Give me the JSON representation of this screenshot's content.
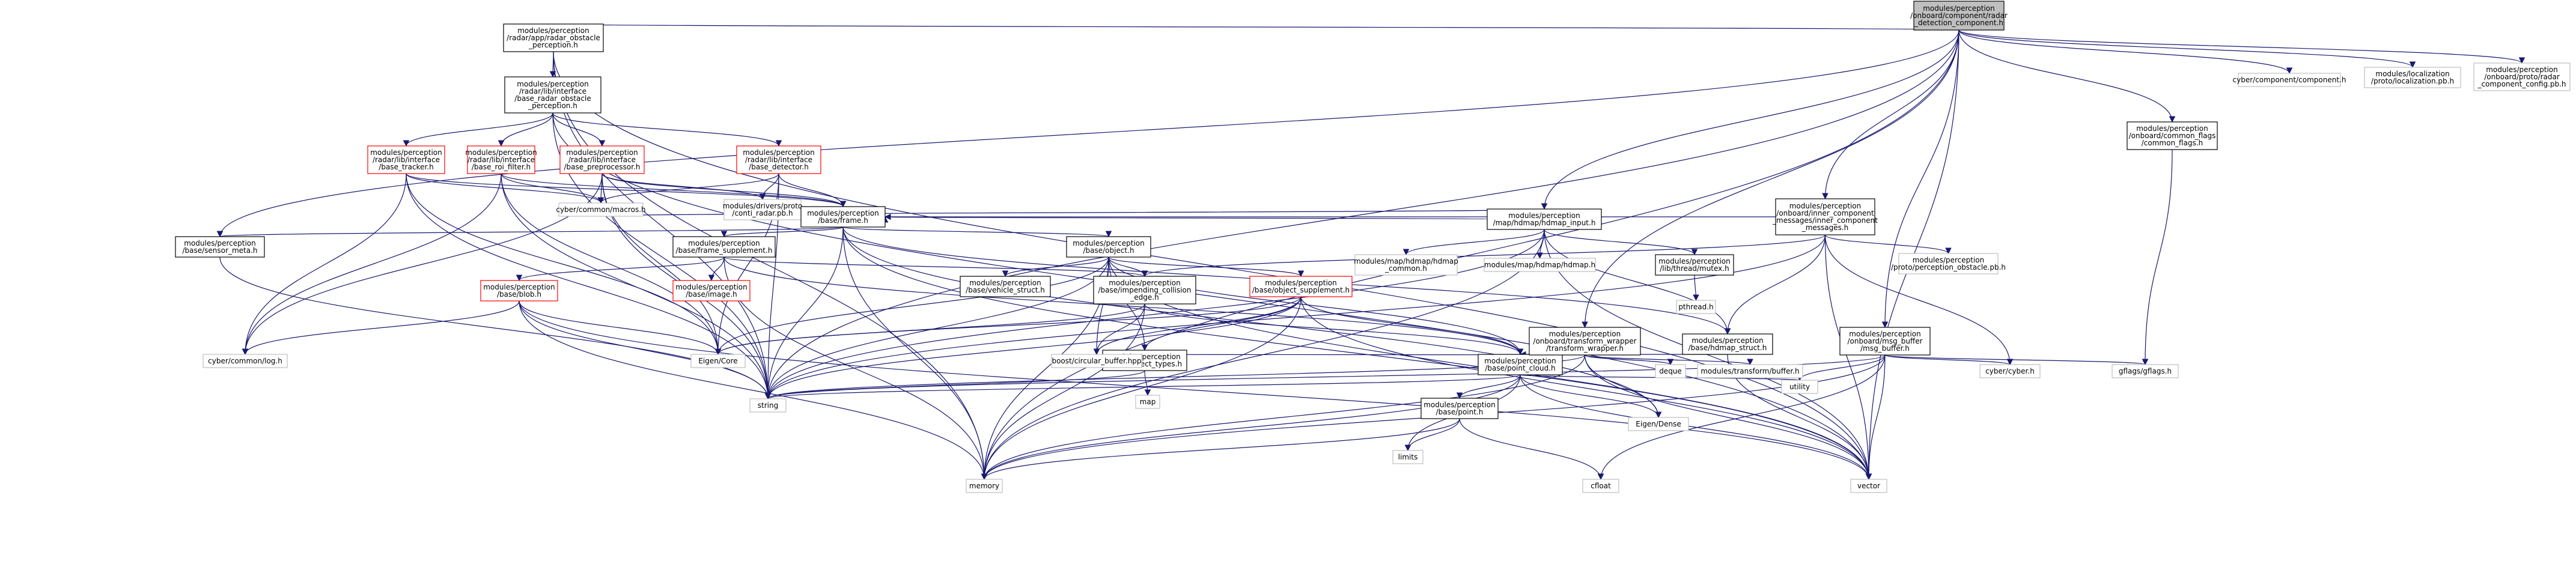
{
  "colors": {
    "edge": "#191970",
    "root_fill": "#bfbfbf",
    "node_border": "#000000",
    "unresolved_border": "#ff0000",
    "ghost_border": "#bfbfbf"
  },
  "nodes": {
    "root": {
      "lines": [
        "modules/perception",
        "/onboard/component/radar",
        "_detection_component.h"
      ],
      "kind": "root"
    },
    "radar_obstacle": {
      "lines": [
        "modules/perception",
        "/radar/app/radar_obstacle",
        "_perception.h"
      ],
      "kind": "normal"
    },
    "base_radar_obstacle": {
      "lines": [
        "modules/perception",
        "/radar/lib/interface",
        "/base_radar_obstacle",
        "_perception.h"
      ],
      "kind": "normal"
    },
    "base_tracker": {
      "lines": [
        "modules/perception",
        "/radar/lib/interface",
        "/base_tracker.h"
      ],
      "kind": "red"
    },
    "base_roi_filter": {
      "lines": [
        "modules/perception",
        "/radar/lib/interface",
        "/base_roi_filter.h"
      ],
      "kind": "red"
    },
    "base_preprocessor": {
      "lines": [
        "modules/perception",
        "/radar/lib/interface",
        "/base_preprocessor.h"
      ],
      "kind": "red"
    },
    "base_detector": {
      "lines": [
        "modules/perception",
        "/radar/lib/interface",
        "/base_detector.h"
      ],
      "kind": "red"
    },
    "cyber_macros": {
      "lines": [
        "cyber/common/macros.h"
      ],
      "kind": "ghost"
    },
    "conti_radar": {
      "lines": [
        "modules/drivers/proto",
        "/conti_radar.pb.h"
      ],
      "kind": "ghost"
    },
    "frame": {
      "lines": [
        "modules/perception",
        "/base/frame.h"
      ],
      "kind": "normal"
    },
    "sensor_meta": {
      "lines": [
        "modules/perception",
        "/base/sensor_meta.h"
      ],
      "kind": "normal"
    },
    "frame_supplement": {
      "lines": [
        "modules/perception",
        "/base/frame_supplement.h"
      ],
      "kind": "normal"
    },
    "base_image": {
      "lines": [
        "modules/perception",
        "/base/image.h"
      ],
      "kind": "red"
    },
    "blob": {
      "lines": [
        "modules/perception",
        "/base/blob.h"
      ],
      "kind": "red"
    },
    "cyber_log": {
      "lines": [
        "cyber/common/log.h"
      ],
      "kind": "ghost"
    },
    "eigen_core": {
      "lines": [
        "Eigen/Core"
      ],
      "kind": "ghost"
    },
    "string": {
      "lines": [
        "string"
      ],
      "kind": "ghost"
    },
    "memory": {
      "lines": [
        "memory"
      ],
      "kind": "ghost"
    },
    "object": {
      "lines": [
        "modules/perception",
        "/base/object.h"
      ],
      "kind": "normal"
    },
    "vehicle_struct": {
      "lines": [
        "modules/perception",
        "/base/vehicle_struct.h"
      ],
      "kind": "normal"
    },
    "impending": {
      "lines": [
        "modules/perception",
        "/base/impending_collision",
        "_edge.h"
      ],
      "kind": "normal"
    },
    "object_supplement": {
      "lines": [
        "modules/perception",
        "/base/object_supplement.h"
      ],
      "kind": "red"
    },
    "object_types": {
      "lines": [
        "modules/perception",
        "/base/object_types.h"
      ],
      "kind": "normal"
    },
    "map": {
      "lines": [
        "map"
      ],
      "kind": "ghost"
    },
    "boost_cb": {
      "lines": [
        "boost/circular_buffer.hpp"
      ],
      "kind": "ghost"
    },
    "point_cloud": {
      "lines": [
        "modules/perception",
        "/base/point_cloud.h"
      ],
      "kind": "normal"
    },
    "point": {
      "lines": [
        "modules/perception",
        "/base/point.h"
      ],
      "kind": "normal"
    },
    "limits": {
      "lines": [
        "limits"
      ],
      "kind": "ghost"
    },
    "cfloat": {
      "lines": [
        "cfloat"
      ],
      "kind": "ghost"
    },
    "eigen_dense": {
      "lines": [
        "Eigen/Dense"
      ],
      "kind": "ghost"
    },
    "utility": {
      "lines": [
        "utility"
      ],
      "kind": "ghost"
    },
    "vector": {
      "lines": [
        "vector"
      ],
      "kind": "ghost"
    },
    "hdmap_input": {
      "lines": [
        "modules/perception",
        "/map/hdmap/hdmap_input.h"
      ],
      "kind": "normal"
    },
    "hdmap_common": {
      "lines": [
        "modules/map/hdmap/hdmap",
        "_common.h"
      ],
      "kind": "ghost"
    },
    "hdmap_h": {
      "lines": [
        "modules/map/hdmap/hdmap.h"
      ],
      "kind": "ghost"
    },
    "mutex": {
      "lines": [
        "modules/perception",
        "/lib/thread/mutex.h"
      ],
      "kind": "normal"
    },
    "pthread": {
      "lines": [
        "pthread.h"
      ],
      "kind": "ghost"
    },
    "hdmap_struct": {
      "lines": [
        "modules/perception",
        "/base/hdmap_struct.h"
      ],
      "kind": "normal"
    },
    "inner_msgs": {
      "lines": [
        "modules/perception",
        "/onboard/inner_component",
        "_messages/inner_component",
        "_messages.h"
      ],
      "kind": "normal"
    },
    "perception_obstacle": {
      "lines": [
        "modules/perception",
        "/proto/perception_obstacle.pb.h"
      ],
      "kind": "ghost"
    },
    "transform_wrapper": {
      "lines": [
        "modules/perception",
        "/onboard/transform_wrapper",
        "/transform_wrapper.h"
      ],
      "kind": "normal"
    },
    "deque": {
      "lines": [
        "deque"
      ],
      "kind": "ghost"
    },
    "transform_buffer": {
      "lines": [
        "modules/transform/buffer.h"
      ],
      "kind": "ghost"
    },
    "msg_buffer": {
      "lines": [
        "modules/perception",
        "/onboard/msg_buffer",
        "/msg_buffer.h"
      ],
      "kind": "normal"
    },
    "cyber_h": {
      "lines": [
        "cyber/cyber.h"
      ],
      "kind": "ghost"
    },
    "gflags": {
      "lines": [
        "gflags/gflags.h"
      ],
      "kind": "ghost"
    },
    "common_flags": {
      "lines": [
        "modules/perception",
        "/onboard/common_flags",
        "/common_flags.h"
      ],
      "kind": "normal"
    },
    "cyber_component": {
      "lines": [
        "cyber/component/component.h"
      ],
      "kind": "ghost"
    },
    "localization": {
      "lines": [
        "modules/localization",
        "/proto/localization.pb.h"
      ],
      "kind": "ghost"
    },
    "radar_config": {
      "lines": [
        "modules/perception",
        "/onboard/proto/radar",
        "_component_config.pb.h"
      ],
      "kind": "ghost"
    }
  }
}
